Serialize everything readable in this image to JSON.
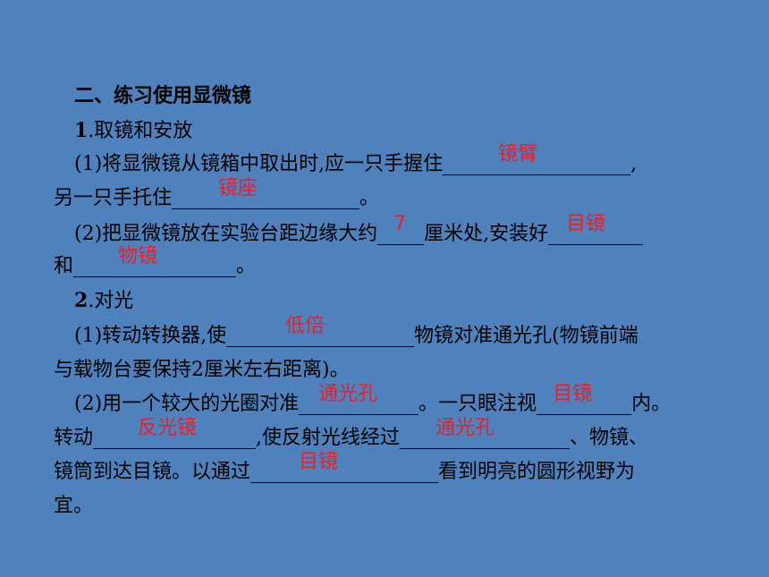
{
  "section_title": "二、练习使用显微镜",
  "s1": {
    "title_num": "1",
    "title_text": ".取镜和安放",
    "q1_a": "(1)将显微镜从镜箱中取出时,应一只手握住",
    "ans1": "镜臂",
    "q1_b": ",",
    "q1_c": "另一只手托住",
    "ans2": "镜座",
    "q1_d": "。",
    "q2_a": "(2)把显微镜放在实验台距边缘大约",
    "ans3": "7",
    "q2_b": "厘米处,安装好",
    "ans4": "目镜",
    "q2_c": "和",
    "ans5": "物镜",
    "q2_d": "。"
  },
  "s2": {
    "title_num": "2",
    "title_text": ".对光",
    "q1_a": "(1)转动转换器,使",
    "ans1": "低倍",
    "q1_b": "物镜对准通光孔(物镜前端",
    "q1_c": "与载物台要保持2厘米左右距离)。",
    "q2_a": "(2)用一个较大的光圈对准",
    "ans2": "通光孔",
    "q2_b": "。一只眼注视",
    "ans3": "目镜",
    "q2_c": "内。",
    "q2_d": "转动",
    "ans4": "反光镜",
    "q2_e": ",使反射光线经过",
    "ans5": "通光孔",
    "q2_f": "、物镜、",
    "q2_g": "镜筒到达目镜。以通过",
    "ans6": "目镜",
    "q2_h": "看到明亮的圆形视野为",
    "q2_i": "宜。"
  }
}
